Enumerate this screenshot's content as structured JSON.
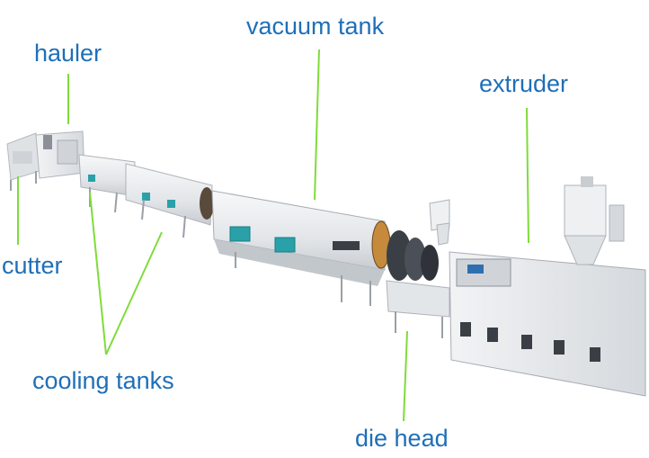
{
  "labels": {
    "hauler": "hauler",
    "vacuum_tank": "vacuum tank",
    "extruder": "extruder",
    "cutter": "cutter",
    "cooling_tanks": "cooling tanks",
    "die_head": "die head"
  },
  "colors": {
    "label_text": "#1f6fb8",
    "leader_line": "#7fdc3a",
    "machine_body": "#e9ebed",
    "machine_shadow": "#c9cdd2",
    "motor": "#2aa0a8",
    "panel_dark": "#3a3f46"
  }
}
